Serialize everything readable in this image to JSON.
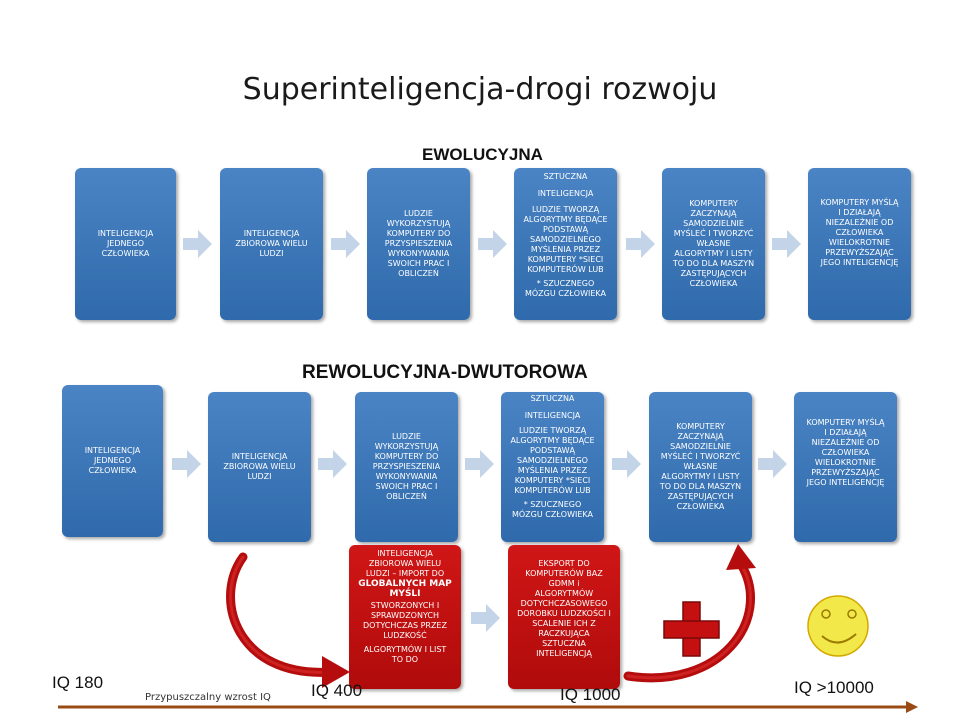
{
  "title": "Superinteligencja-drogi rozwoju",
  "sections": {
    "ewolucyjna": "EWOLUCYJNA",
    "rewolucyjna": "REWOLUCYJNA-DWUTOROWA"
  },
  "boxes": {
    "b1": [
      "INTELIGENCJA",
      "JEDNEGO",
      "CZŁOWIEKA"
    ],
    "b2": [
      "INTELIGENCJA",
      "ZBIOROWA WIELU",
      "LUDZI"
    ],
    "b3": [
      "LUDZIE",
      "WYKORZYSTUJĄ",
      "KOMPUTERY DO",
      "PRZYSPIESZENIA",
      "WYKONYWANIA",
      "SWOICH PRAC I",
      "OBLICZEŃ"
    ],
    "b4_top": [
      "SZTUCZNA"
    ],
    "b4_mid": [
      "INTELIGENCJA"
    ],
    "b4_main": [
      "LUDZIE TWORZĄ",
      "ALGORYTMY BĘDĄCE",
      "PODSTAWĄ",
      "SAMODZIELNEGO",
      "MYŚLENIA  PRZEZ",
      "KOMPUTERY *SIECI",
      "KOMPUTERÓW LUB"
    ],
    "b4_bottom": [
      "* SZUCZNEGO",
      "MÓZGU CZŁOWIEKA"
    ],
    "b5": [
      "KOMPUTERY",
      "ZACZYNAJĄ",
      "SAMODZIELNIE",
      "MYŚLEĆ I TWORZYĆ",
      "WŁASNE",
      "ALGORYTMY I LISTY",
      "TO DO DLA MASZYN",
      "ZASTĘPUJĄCYCH",
      "CZŁOWIEKA"
    ],
    "b6": [
      "KOMPUTERY MYŚLĄ",
      "I DZIAŁAJĄ",
      "NIEZALEŻNIE OD",
      "CZŁOWIEKA",
      "WIELOKROTNIE",
      "PRZEWYŻSZAJĄC",
      "JEGO INTELIGENCJĘ"
    ]
  },
  "red_boxes": {
    "r1_top": [
      "INTELIGENCJA",
      "ZBIOROWA WIELU",
      "LUDZI – IMPORT DO"
    ],
    "r1_bold": [
      "GLOBALNYCH MAP",
      "MYŚLI"
    ],
    "r1_rest": [
      "STWORZONYCH I",
      "SPRAWDZONYCH",
      "DOTYCHCZAS  PRZEZ",
      "LUDZKOŚĆ"
    ],
    "r1_last": [
      "ALGORYTMÓW I LIST",
      "TO DO"
    ],
    "r2": [
      "EKSPORT DO",
      "KOMPUTERÓW BAZ",
      "GDMM i",
      "ALGORYTMÓW",
      "DOTYCHCZASOWEGO",
      "DOROBKU LUDZKOŚCI I",
      "SCALENIE ICH Z",
      "RACZKUJĄCA",
      "SZTUCZNA",
      "INTELIGENCJĄ"
    ]
  },
  "iq_labels": {
    "iq180": "IQ 180",
    "iq400": "IQ 400",
    "iq1000": "IQ 1000",
    "iq10000": "IQ >10000"
  },
  "axis_caption": "Przypuszczalny wzrost IQ",
  "colors": {
    "box_blue": "#3a76b8",
    "box_red": "#c41010",
    "arrow_light": "#c3d3e8",
    "curve_red": "#b50d0d",
    "axis_brown": "#9a4a14",
    "smiley": "#f2e84a"
  },
  "icons": {
    "plus": "red-plus-icon",
    "smiley": "smiley-face-icon"
  }
}
